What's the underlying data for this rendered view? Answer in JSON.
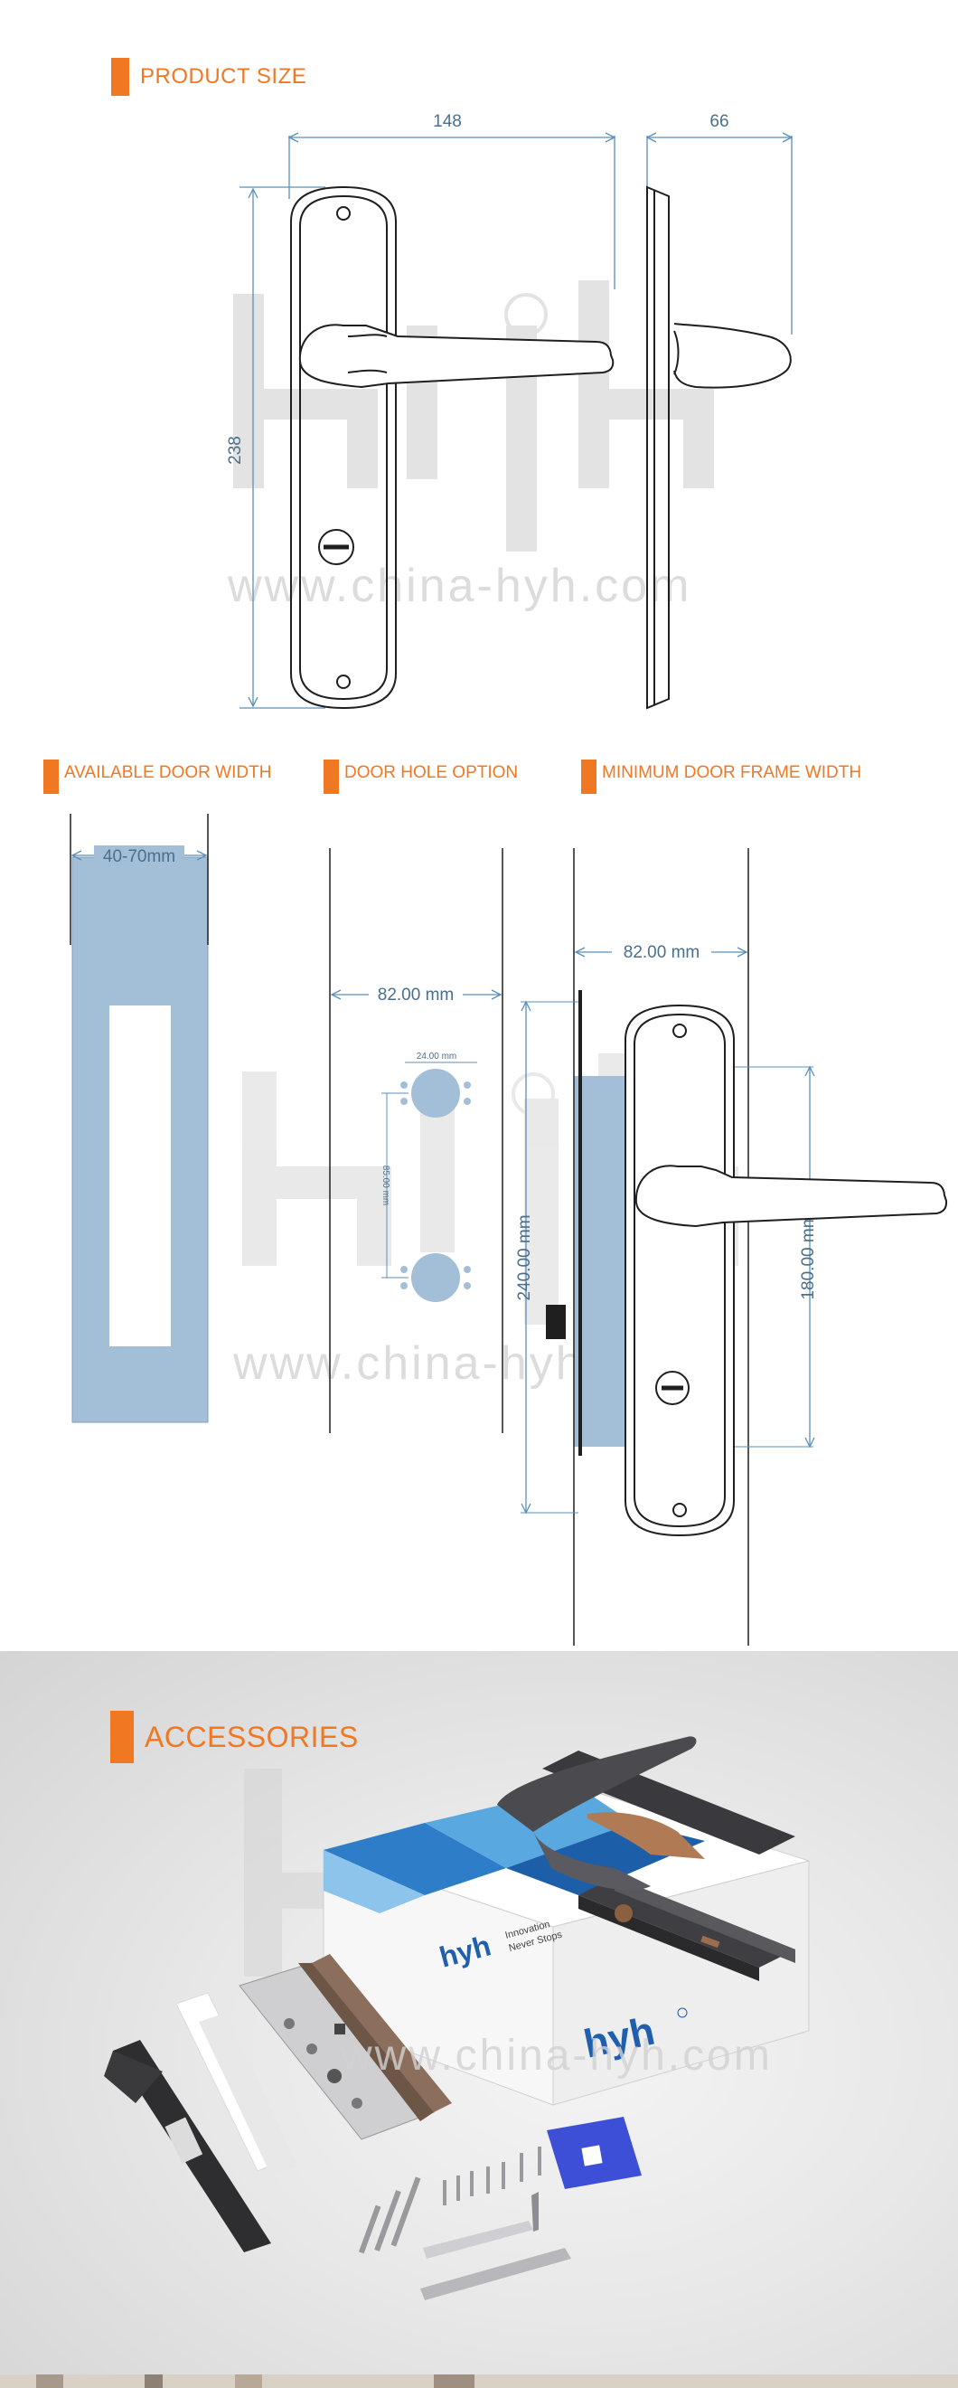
{
  "sections": {
    "product_size": {
      "title": "PRODUCT SIZE"
    },
    "door_width": {
      "title": "AVAILABLE DOOR WIDTH",
      "range": "40-70mm"
    },
    "door_hole": {
      "title": "DOOR HOLE OPTION",
      "spacing": "82.00 mm",
      "hole_diameter": "24.00 mm",
      "hole_distance": "85.00 mm"
    },
    "frame_width": {
      "title": "MINIMUM DOOR FRAME WIDTH",
      "width": "82.00 mm",
      "height": "240.00 mm",
      "handle_center": "180.00 mm"
    },
    "accessories": {
      "title": "ACCESSORIES"
    }
  },
  "dimensions": {
    "width": "148",
    "height": "238",
    "depth": "66"
  },
  "watermark": {
    "url": "www.china-hyh.com",
    "brand": "hyh"
  },
  "box": {
    "slogan_line1": "Innovation",
    "slogan_line2": "Never Stops"
  },
  "colors": {
    "accent": "#f07823",
    "door_blue": "#a3bfd8",
    "dimension": "#4a6f8c"
  },
  "icons": [
    "registered-icon"
  ]
}
